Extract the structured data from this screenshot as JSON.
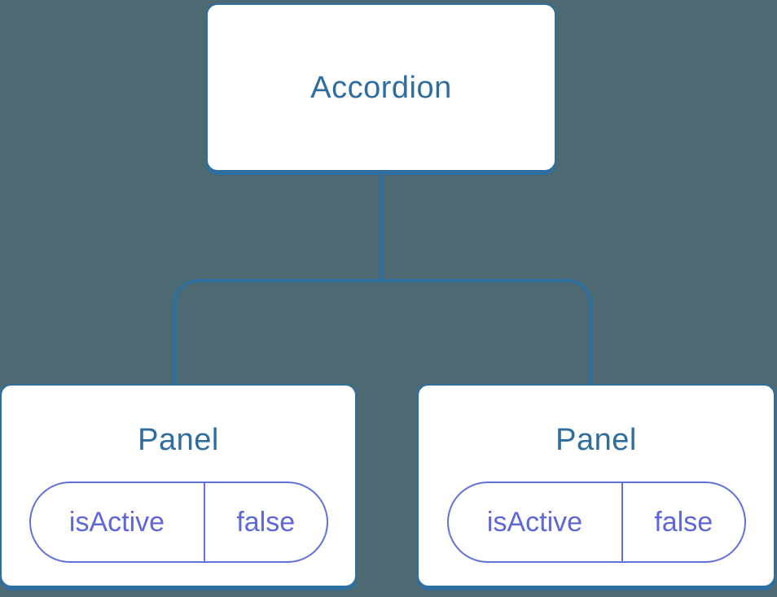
{
  "diagram": {
    "type": "component-tree",
    "root": {
      "label": "Accordion"
    },
    "children": [
      {
        "label": "Panel",
        "state": {
          "key": "isActive",
          "value": "false"
        }
      },
      {
        "label": "Panel",
        "state": {
          "key": "isActive",
          "value": "false"
        }
      }
    ],
    "colors": {
      "background": "#4d6a73",
      "node_border_blue": "#2e6f9f",
      "node_text_blue": "#2e6d9e",
      "state_indigo": "#6370dc",
      "node_fill": "#ffffff"
    }
  }
}
